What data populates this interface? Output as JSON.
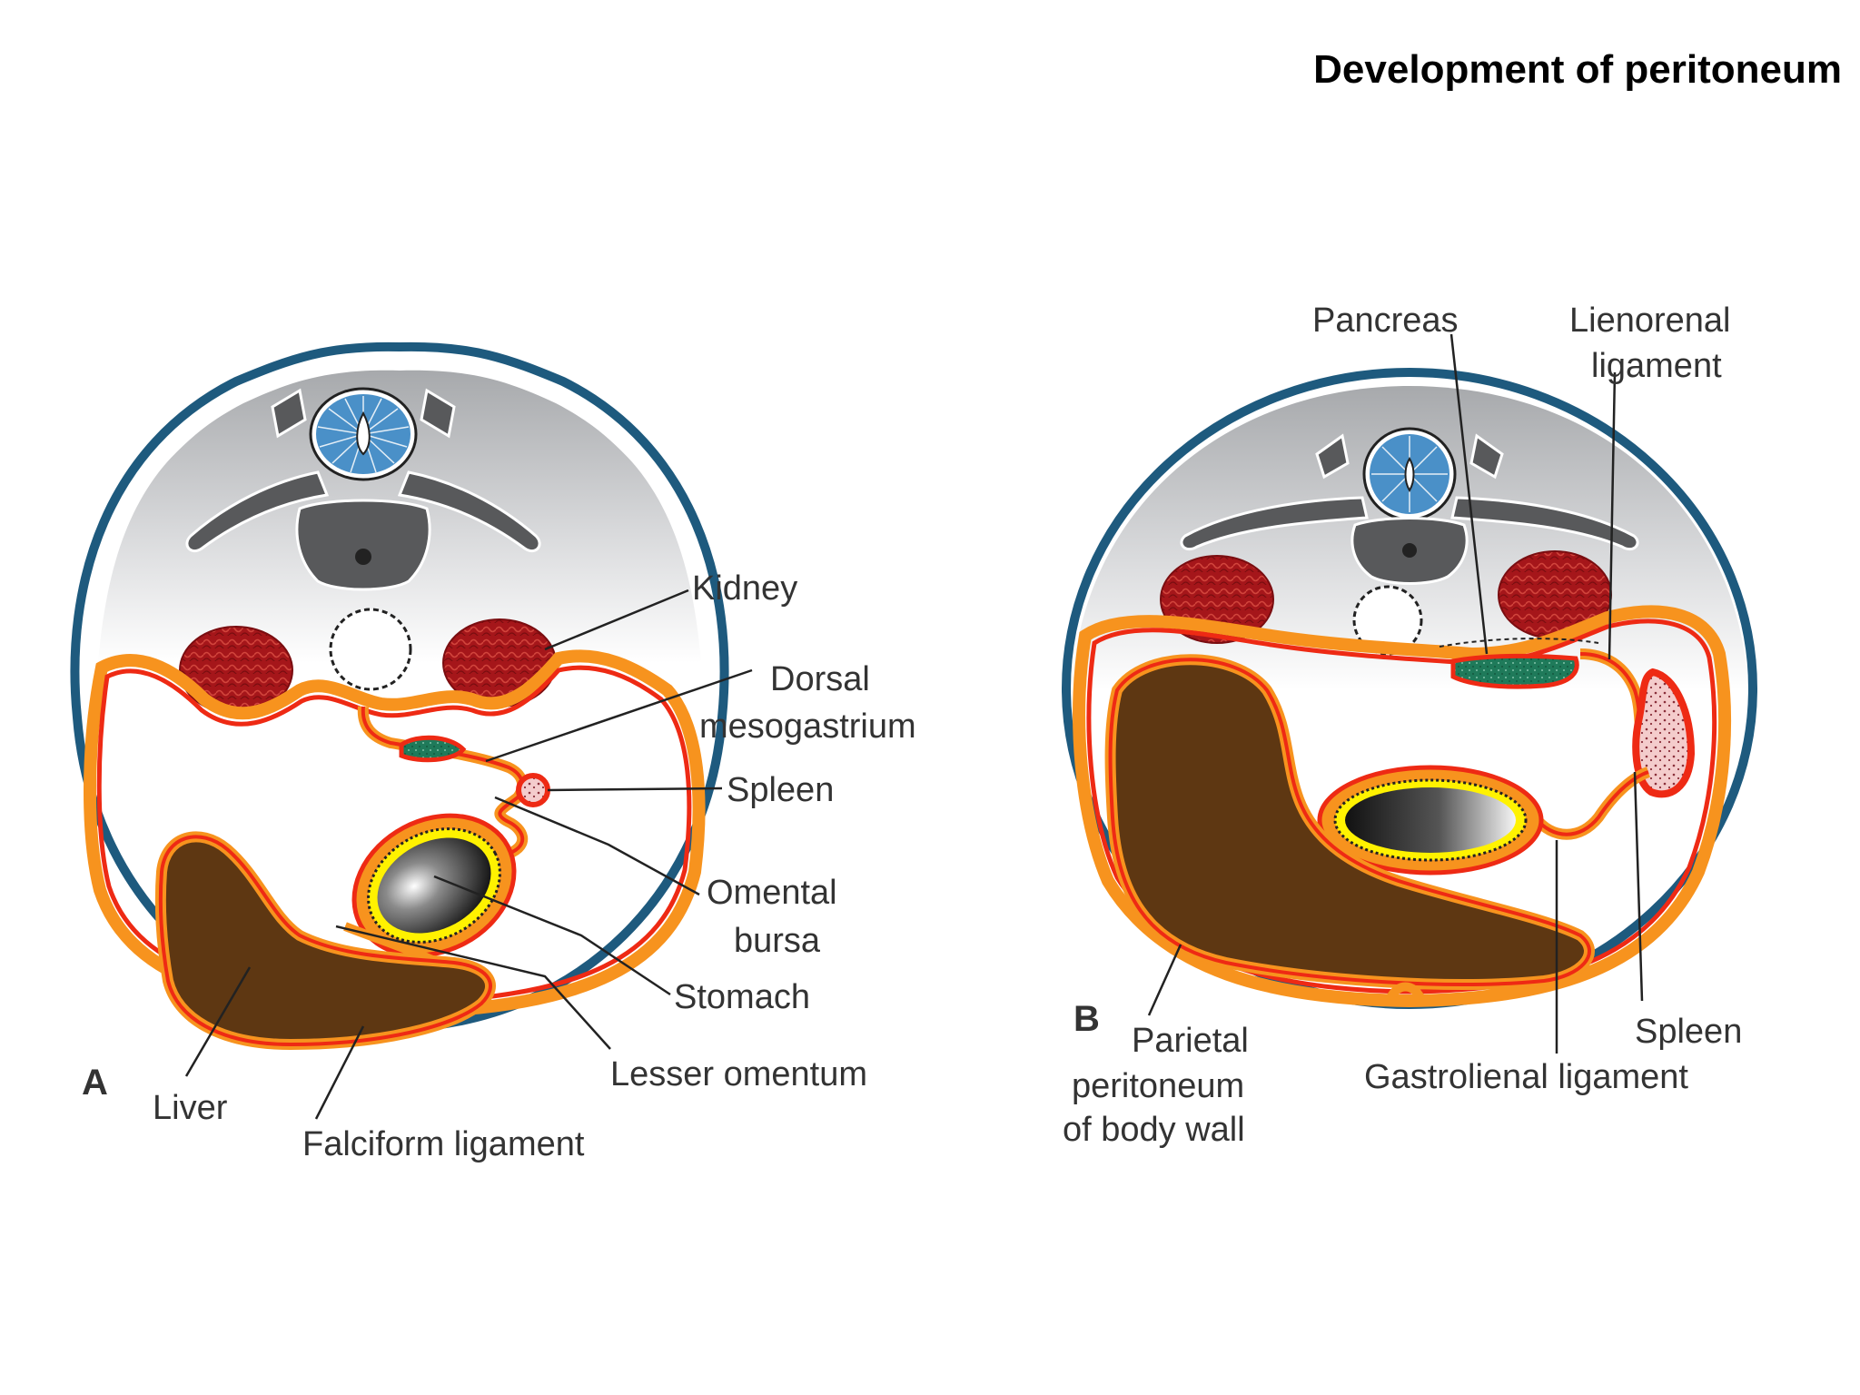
{
  "title": "Development of peritoneum",
  "panel_a": {
    "letter": "A",
    "labels": {
      "kidney": "Kidney",
      "dorsal_mesogastrium_line1": "Dorsal",
      "dorsal_mesogastrium_line2": "mesogastrium",
      "spleen": "Spleen",
      "omental_bursa_line1": "Omental",
      "omental_bursa_line2": "bursa",
      "stomach": "Stomach",
      "lesser_omentum": "Lesser omentum",
      "liver": "Liver",
      "falciform_ligament": "Falciform ligament"
    }
  },
  "panel_b": {
    "letter": "B",
    "labels": {
      "pancreas": "Pancreas",
      "lienorenal_line1": "Lienorenal",
      "lienorenal_line2": "ligament",
      "spleen": "Spleen",
      "gastrolienal_ligament": "Gastrolienal ligament",
      "parietal_line1": "Parietal",
      "parietal_line2": "peritoneum",
      "parietal_line3": "of body wall"
    }
  },
  "colors": {
    "body_wall": "#1e5a7e",
    "peritoneum_red": "#ee2a14",
    "peritoneum_orange": "#f7931e",
    "kidney": "#a5161a",
    "liver": "#5e3712",
    "pancreas": "#1f7a5a",
    "spleen": "#f2c4c4",
    "spinal_cord": "#4a90c8",
    "bone": "#58595b"
  }
}
